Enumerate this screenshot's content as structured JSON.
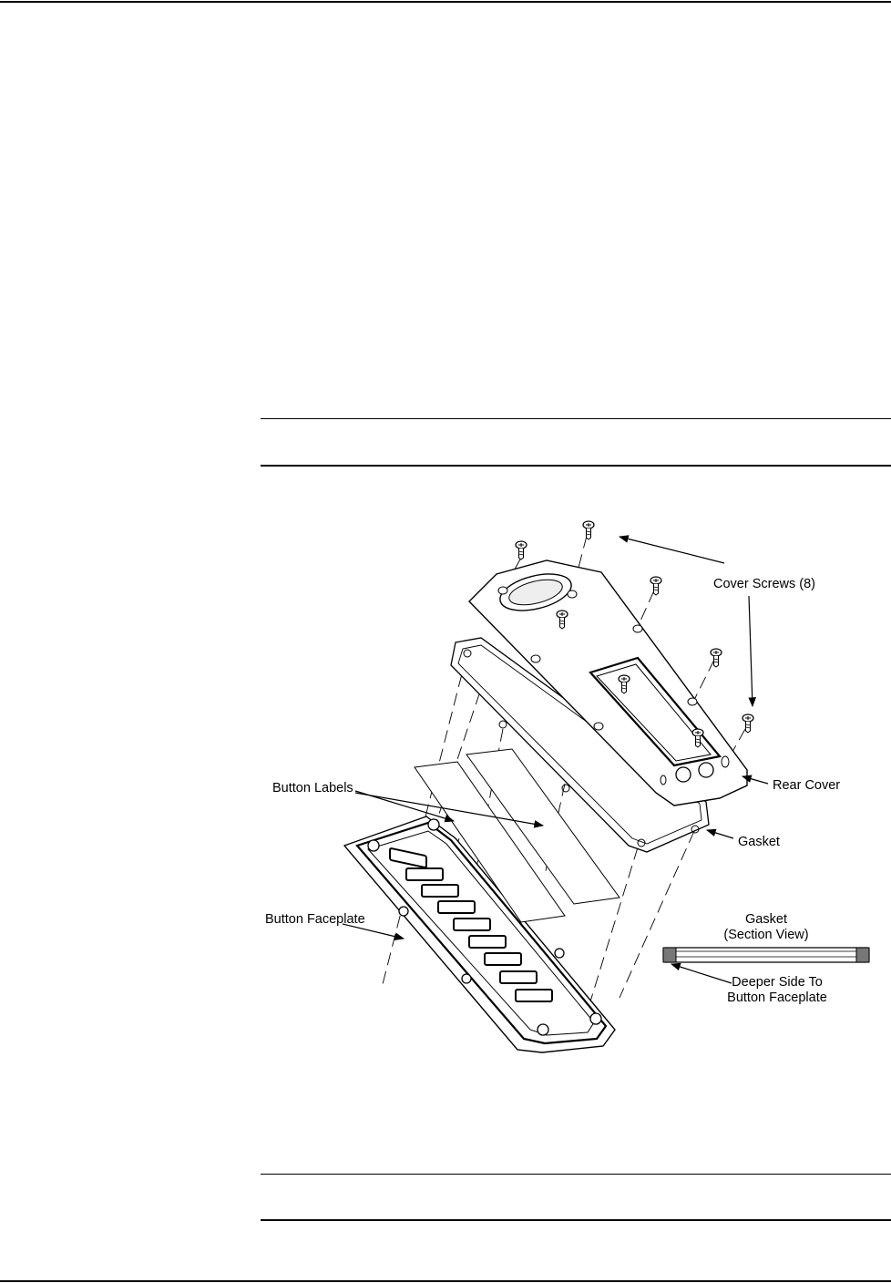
{
  "diagram": {
    "labels": {
      "cover_screws": "Cover Screws (8)",
      "rear_cover": "Rear Cover",
      "gasket": "Gasket",
      "button_labels": "Button Labels",
      "button_faceplate": "Button Faceplate",
      "gasket_section_line1": "Gasket",
      "gasket_section_line2": "(Section View)",
      "deeper_side_line1": "Deeper Side To",
      "deeper_side_line2": "Button Faceplate"
    }
  }
}
